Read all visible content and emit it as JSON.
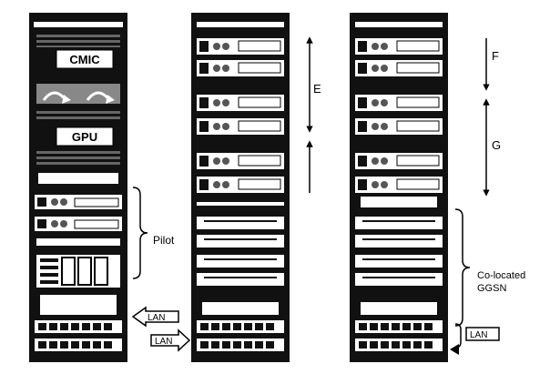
{
  "diagram": {
    "racks": [
      {
        "id": "rack-1",
        "modules": [
          "CMIC",
          "GPU"
        ]
      },
      {
        "id": "rack-2",
        "modules": []
      },
      {
        "id": "rack-3",
        "modules": []
      }
    ],
    "labels": {
      "cmic": "CMIC",
      "gpu": "GPU",
      "pilot": "Pilot",
      "e": "E",
      "f": "F",
      "g": "G",
      "colocated_line1": "Co-located",
      "colocated_line2": "GGSN",
      "lan_1": "LAN",
      "lan_2": "LAN",
      "lan_3": "LAN"
    },
    "colors": {
      "rack": "#111111",
      "panel": "#ffffff",
      "ink": "#000000"
    }
  }
}
